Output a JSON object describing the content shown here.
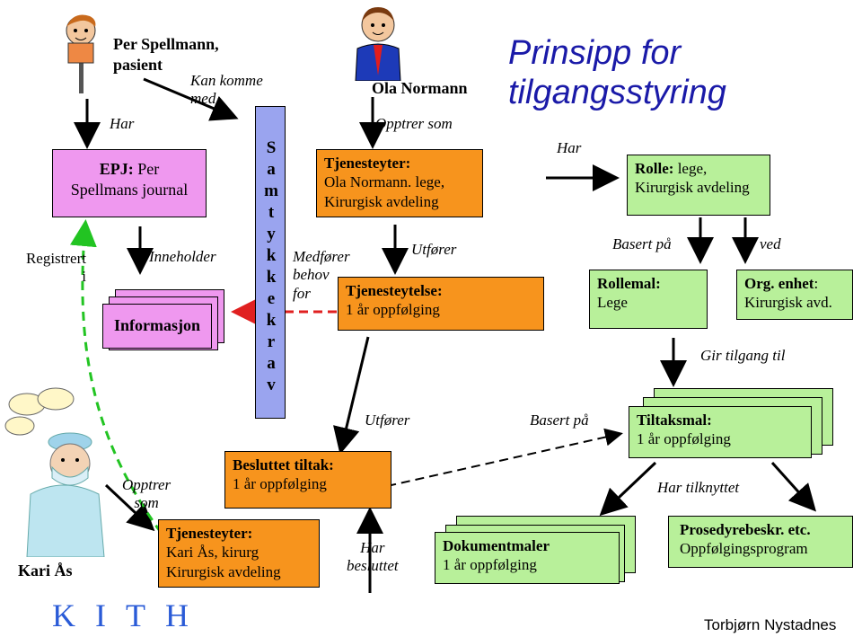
{
  "title": [
    "Prinsipp for",
    "tilgangsstyring"
  ],
  "patient": {
    "name": [
      "Per Spellmann,",
      "pasient"
    ]
  },
  "doctor": {
    "name": "Ola Normann"
  },
  "nurse": {
    "name": "Kari Ås"
  },
  "labels": {
    "kan_komme_med": [
      "Kan komme",
      "med"
    ],
    "har_1": "Har",
    "inneholder": "Inneholder",
    "registrert_i": [
      "Registrert",
      "i"
    ],
    "opptrer_som_1": "Opptrer som",
    "medforer": [
      "Medfører",
      "behov",
      "for"
    ],
    "utforer_1": "Utfører",
    "har_2": "Har",
    "basert_pa_1": "Basert på",
    "ved": "ved",
    "gir_tilgang_til": "Gir tilgang til",
    "utforer_2": "Utfører",
    "basert_pa_2": "Basert på",
    "opptrer_som_2": [
      "Opptrer",
      "som"
    ],
    "har_besluttet": [
      "Har",
      "besluttet"
    ],
    "har_tilknyttet": "Har tilknyttet"
  },
  "boxes": {
    "epj": {
      "bold": "EPJ:",
      "rest": " Per",
      "line2": "Spellmans journal"
    },
    "informasjon": "Informasjon",
    "samtykke": "Samtykke krav",
    "tjenesteyter1": {
      "bold": "Tjenesteyter:",
      "line2": "Ola Normann. lege,",
      "line3": "Kirurgisk avdeling"
    },
    "tjenesteytelse": {
      "bold": "Tjenesteytelse:",
      "line2": "1 år oppfølging"
    },
    "rolle": {
      "bold": "Rolle:",
      "rest": " lege,",
      "line2": "Kirurgisk avdeling"
    },
    "rollemal": {
      "bold": "Rollemal:",
      "line2": "Lege"
    },
    "org": {
      "bold": "Org. enhet",
      "rest": ":",
      "line2": "Kirurgisk avd."
    },
    "tiltaksmal": {
      "bold": "Tiltaksmal:",
      "line2": "1 år oppfølging"
    },
    "besluttet": {
      "bold": "Besluttet tiltak:",
      "line2": "1 år oppfølging"
    },
    "tjenesteyter2": {
      "bold": "Tjenesteyter:",
      "line2": "Kari Ås, kirurg",
      "line3": "Kirurgisk avdeling"
    },
    "dokumentmaler": {
      "bold": "Dokumentmaler",
      "line2": "1 år oppfølging"
    },
    "prosedyre": {
      "bold": "Prosedyrebeskr. etc.",
      "line2": "Oppfølgingsprogram"
    }
  },
  "logo": "KITH",
  "author": "Torbjørn Nystadnes",
  "colors": {
    "pink": "#ef98ef",
    "orange": "#f7941d",
    "green": "#b8f09a",
    "blue": "#9aa4ef",
    "title_blue": "#1a1aa8",
    "logo_blue": "#2a5bd7",
    "dashed_green": "#22c422",
    "dashed_red": "#e02020"
  }
}
